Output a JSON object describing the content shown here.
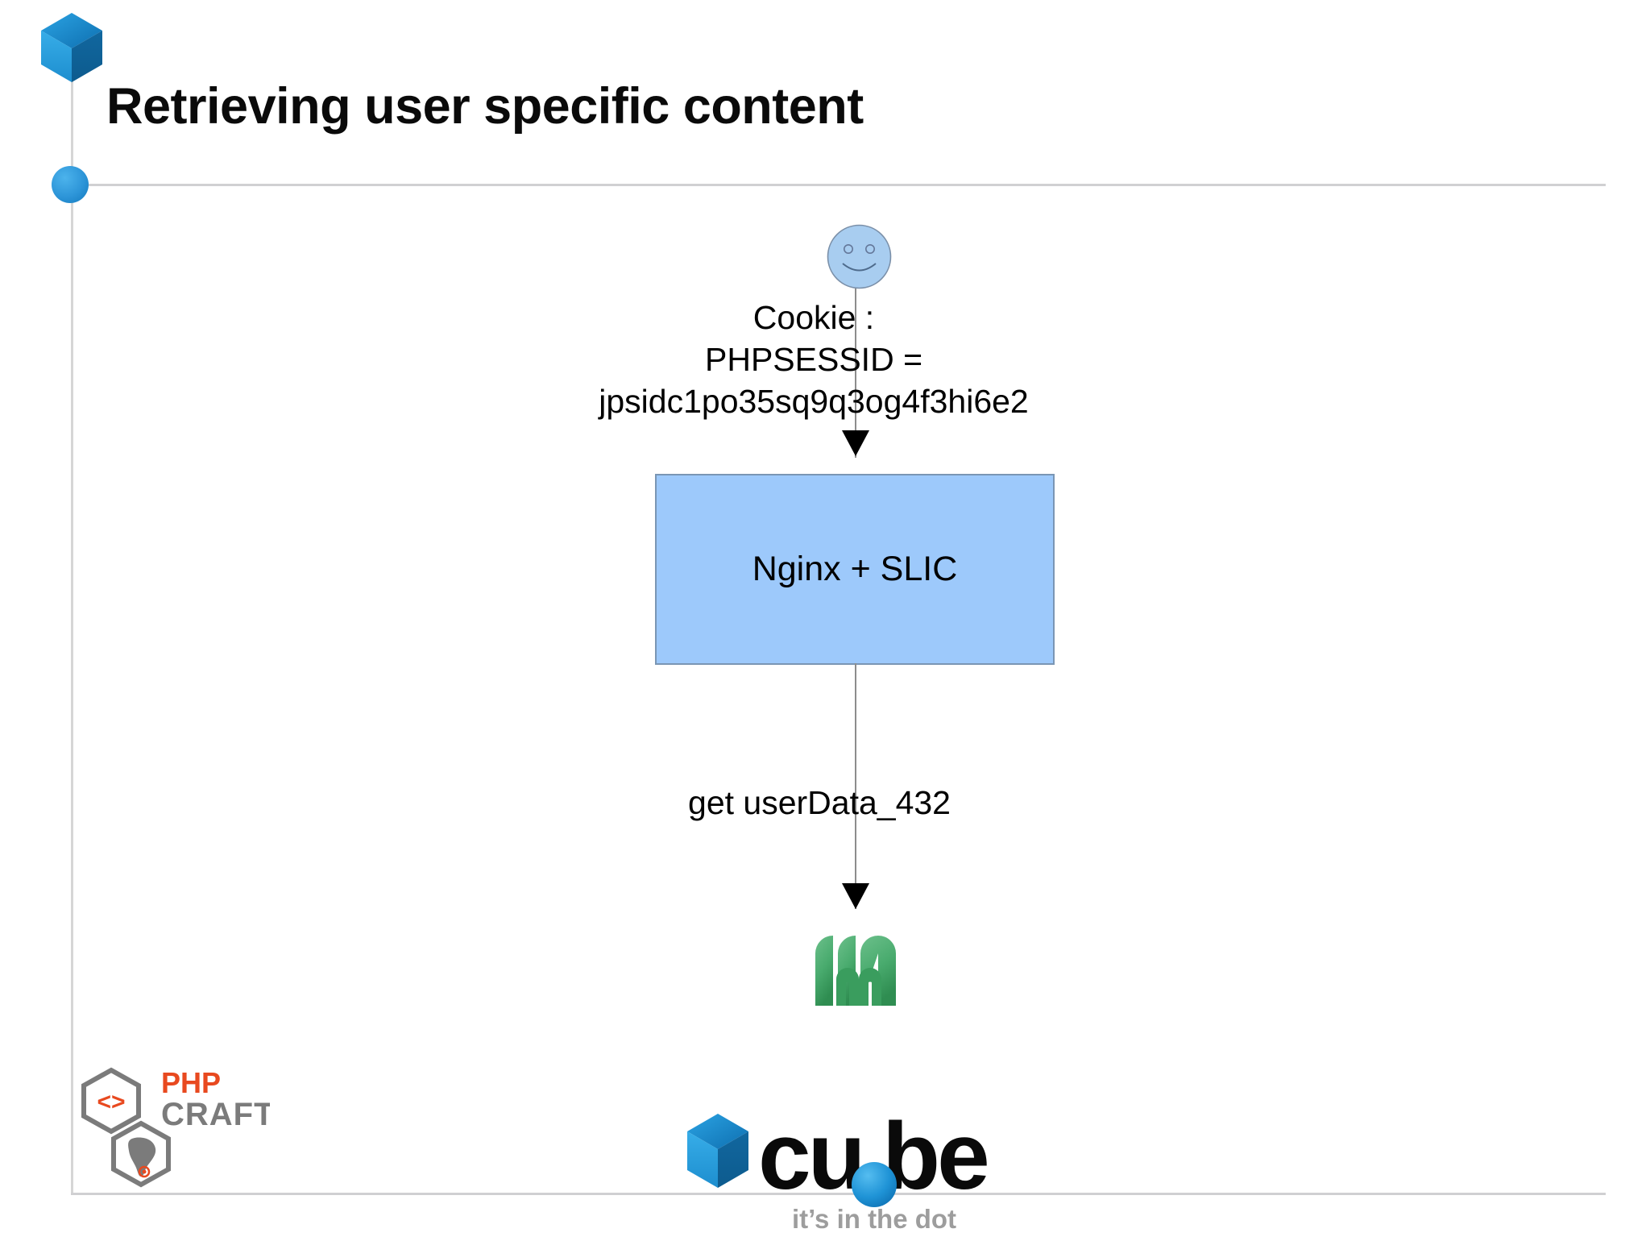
{
  "slide": {
    "title": "Retrieving user specific content",
    "background_color": "#ffffff",
    "rule_color": "#d0d0d2"
  },
  "diagram": {
    "type": "sequence-flow",
    "actor": {
      "icon": "user-smiley-icon",
      "fill_color": "#a8cdf0",
      "stroke_color": "#7a96b4"
    },
    "cookie_message": "Cookie :\nPHPSESSID =\njpsidc1po35sq9q3og4f3hi6e2",
    "cookie_message_lines": [
      "Cookie :",
      "PHPSESSID =",
      "jpsidc1po35sq9q3og4f3hi6e2"
    ],
    "nginx_node": {
      "label": "Nginx + SLIC",
      "fill_color": "#9dc9fb",
      "stroke_color": "#7a96b4"
    },
    "get_message": "get userData_432",
    "cache_node": {
      "icon": "memcached-logo",
      "color": "#3aa05a"
    },
    "connector_color": "#8d8d8d",
    "arrow_color": "#000000"
  },
  "branding": {
    "phpcraft": {
      "line1": "PHP",
      "line2": "CRAFT",
      "accent_color": "#e8491f",
      "gray_color": "#7b7b7b",
      "code_glyph": "<>"
    },
    "cube": {
      "wordmark": "cu be",
      "wordmark_part1": "cu",
      "wordmark_part2": "be",
      "tagline": "it’s in the dot",
      "cube_color": "#1a8fd0",
      "dot_color": "#1f93d6",
      "tagline_color": "#9d9d9d"
    }
  }
}
